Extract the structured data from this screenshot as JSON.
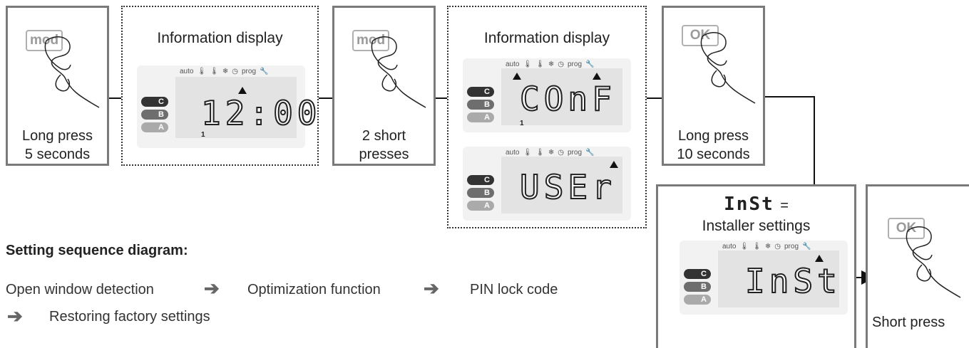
{
  "steps": {
    "step1": {
      "button": "mod",
      "caption_line1": "Long press",
      "caption_line2": "5 seconds"
    },
    "step2": {
      "title": "Information display",
      "segment_text": "12:00",
      "small_digit": "1"
    },
    "step3": {
      "button": "mod",
      "caption_line1": "2 short",
      "caption_line2": "presses"
    },
    "step4": {
      "title": "Information display",
      "display_top": "COnF",
      "display_bottom": "USEr",
      "small_digit": "1"
    },
    "step5": {
      "button": "OK",
      "caption_line1": "Long press",
      "caption_line2": "10 seconds"
    },
    "step6": {
      "title_code": "InSt",
      "title_equals": "=",
      "subtitle": "Installer settings",
      "segment_text": "InSt"
    },
    "step7": {
      "button": "OK",
      "caption": "Short press"
    }
  },
  "lcd": {
    "icons": [
      "auto",
      "thermometer",
      "thermometer-low",
      "snowflake",
      "clock",
      "prog",
      "wrench"
    ],
    "icon_labels": {
      "auto": "auto",
      "prog": "prog"
    },
    "pills": [
      "C",
      "B",
      "A"
    ],
    "pill_colors": {
      "C": "#333333",
      "B": "#6e6e6e",
      "A": "#aaaaaa"
    }
  },
  "sequence": {
    "heading": "Setting sequence diagram:",
    "items": [
      "Open window detection",
      "Optimization function",
      "PIN lock code",
      "Restoring factory settings"
    ]
  }
}
